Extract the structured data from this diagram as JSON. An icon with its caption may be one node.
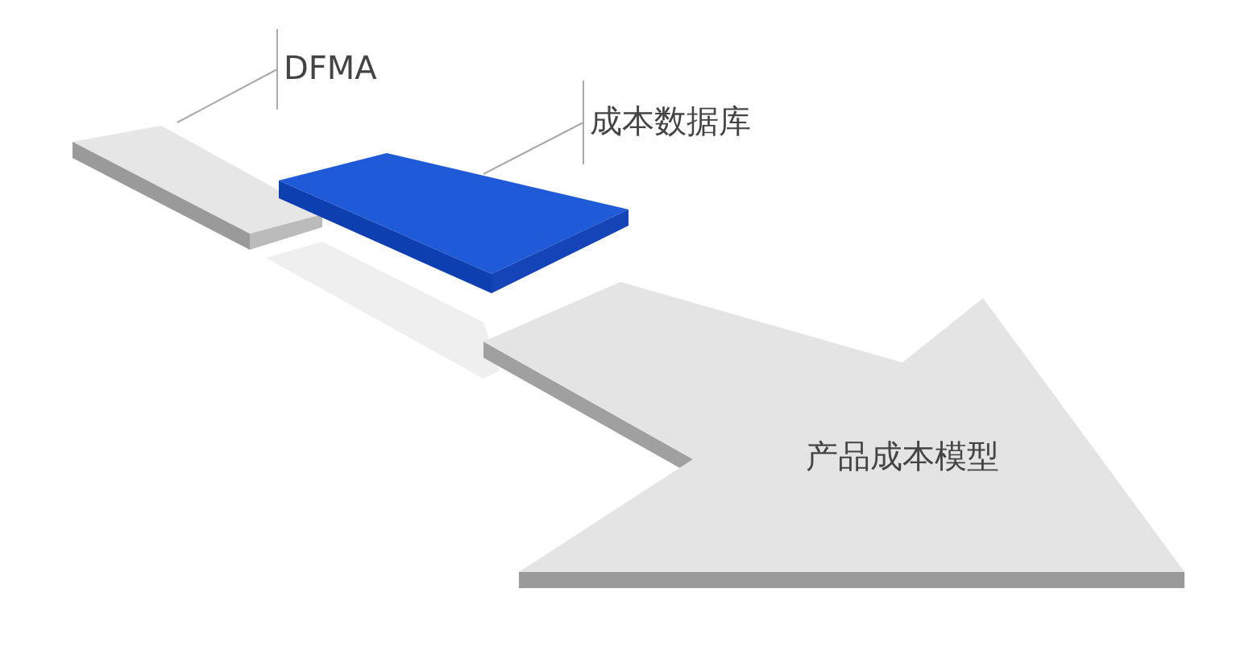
{
  "diagram": {
    "nodes": [
      {
        "text": [
          "DFMA"
        ]
      },
      {
        "text": [],
        "shape": "box"
      },
      {
        "text": [
          "成本数据库"
        ]
      },
      {
        "text": [],
        "shape": "box"
      },
      {
        "text": [
          "产品成本模型"
        ]
      }
    ],
    "edges": [
      {
        "from": 0,
        "to": 1,
        "arrow": "none"
      },
      {
        "from": 2,
        "to": 3,
        "arrow": "none"
      }
    ]
  }
}
